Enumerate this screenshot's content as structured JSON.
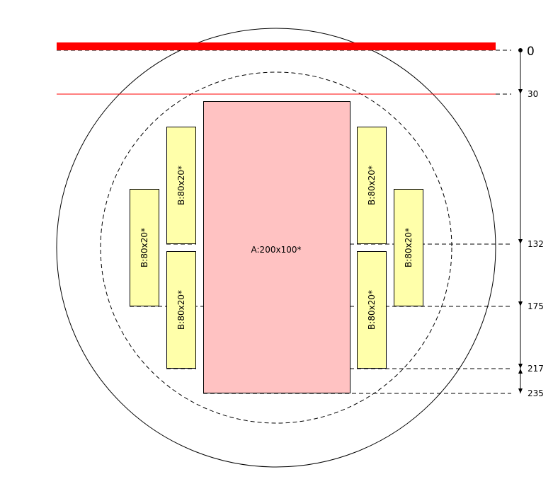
{
  "colors": {
    "top_bar": "#ff0000",
    "rect_a_fill": "#ffc2c2",
    "rect_b_fill": "#ffffaa",
    "stroke": "#000000"
  },
  "rect_a": {
    "label": "A:200x100*"
  },
  "rect_b": {
    "labels": [
      "B:80x20*",
      "B:80x20*",
      "B:80x20*",
      "B:80x20*",
      "B:80x20*",
      "B:80x20*"
    ]
  },
  "scale": {
    "ticks": [
      "0",
      "30",
      "132",
      "175",
      "217",
      "235"
    ]
  }
}
